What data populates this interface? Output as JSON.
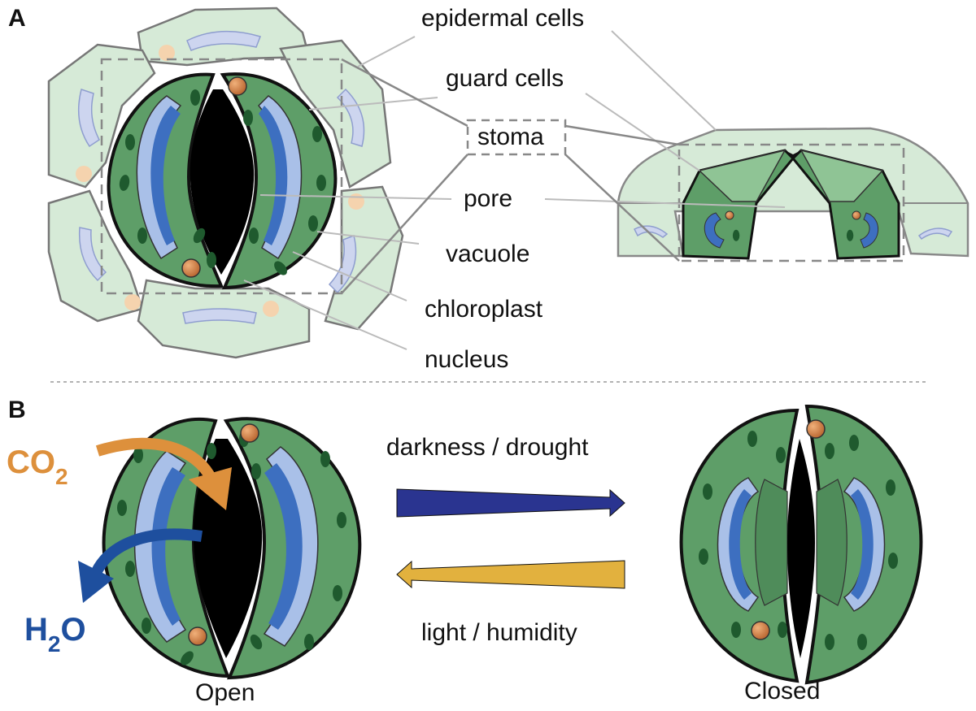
{
  "panels": {
    "a": "A",
    "b": "B"
  },
  "labels": {
    "epidermal_cells": "epidermal cells",
    "guard_cells": "guard cells",
    "stoma": "stoma",
    "pore": "pore",
    "vacuole": "vacuole",
    "chloroplast": "chloroplast",
    "nucleus": "nucleus"
  },
  "transitions": {
    "to_closed": "darkness / drought",
    "to_open": "light / humidity"
  },
  "states": {
    "open": "Open",
    "closed": "Closed"
  },
  "gases": {
    "co2": {
      "main": "CO",
      "sub": "2"
    },
    "h2o": {
      "pre": "H",
      "sub": "2",
      "post": "O"
    }
  },
  "colors": {
    "epidermis": "#d6ead7",
    "guard_cell": "#5e9e68",
    "guard_cell_light": "#8fc495",
    "vacuole": "#3d6fc0",
    "vacuole_light": "#a9c0e8",
    "chloroplast": "#1f5a2e",
    "nucleus": "#d4844a",
    "pore": "#000000",
    "co2": "#dd903c",
    "h2o": "#1e4f9e",
    "arrow_close": "#2a3490",
    "arrow_open": "#e2b13e"
  }
}
